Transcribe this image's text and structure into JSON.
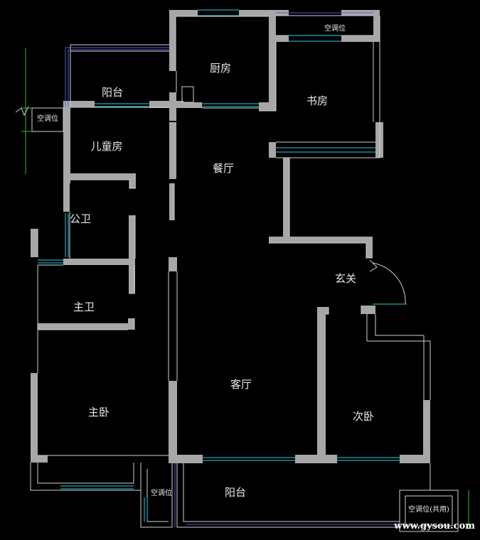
{
  "rooms": {
    "kitchen": "厨房",
    "study": "书房",
    "balcony_top": "阳台",
    "children_room": "儿童房",
    "dining": "餐厅",
    "public_bath": "公卫",
    "entrance": "玄关",
    "master_bath": "主卫",
    "living": "客厅",
    "master_bedroom": "主卧",
    "second_bedroom": "次卧",
    "balcony_bottom": "阳台"
  },
  "ac": {
    "top_right": "空调位",
    "left": "空调位",
    "bottom": "空调位",
    "bottom_right": "空调位(共用)"
  },
  "watermark": "www.gysou.com",
  "colors": {
    "background": "#000000",
    "wall": "#a7a7a7",
    "window": "#28d0e0",
    "line": "#cfcfcf",
    "text": "#e8e8e8"
  }
}
